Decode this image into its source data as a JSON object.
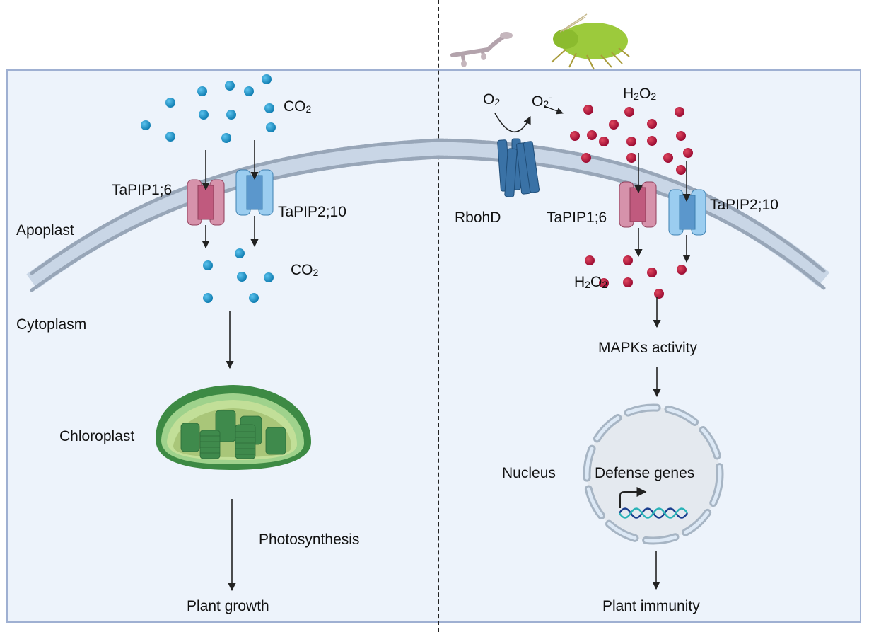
{
  "figure": {
    "left_panel": {
      "labels": {
        "co2_top": "CO",
        "co2_top_sub": "2",
        "tapip1_6": "TaPIP1;6",
        "tapip2_10": "TaPIP2;10",
        "apoplast": "Apoplast",
        "co2_bottom": "CO",
        "co2_bottom_sub": "2",
        "cytoplasm": "Cytoplasm",
        "chloroplast": "Chloroplast",
        "photosynthesis": "Photosynthesis",
        "plant_growth": "Plant growth"
      }
    },
    "right_panel": {
      "labels": {
        "o2": "O",
        "o2_sub": "2",
        "o2_minus": "O",
        "o2_minus_sub": "2",
        "o2_minus_sup": "-",
        "h2o2_top_a": "H",
        "h2o2_top_sub1": "2",
        "h2o2_top_b": "O",
        "h2o2_top_sub2": "2",
        "rbohd": "RbohD",
        "tapip1_6": "TaPIP1;6",
        "tapip2_10": "TaPIP2;10",
        "h2o2_bottom_a": "H",
        "h2o2_bottom_sub1": "2",
        "h2o2_bottom_b": "O",
        "h2o2_bottom_sub2": "2",
        "mapks": "MAPKs activity",
        "nucleus": "Nucleus",
        "defense_genes": "Defense genes",
        "plant_immunity": "Plant immunity"
      }
    },
    "colors": {
      "panel_bg": "#edf3fb",
      "panel_border": "#9fb0d2",
      "co2_dot": "#1b8fc4",
      "h2o2_dot": "#b3123f",
      "tapip1_color": "#d48ca4",
      "tapip2_color": "#8ec6ea",
      "rbohd_color": "#3a72a6",
      "chloroplast_color": "#4e9a4f"
    }
  }
}
